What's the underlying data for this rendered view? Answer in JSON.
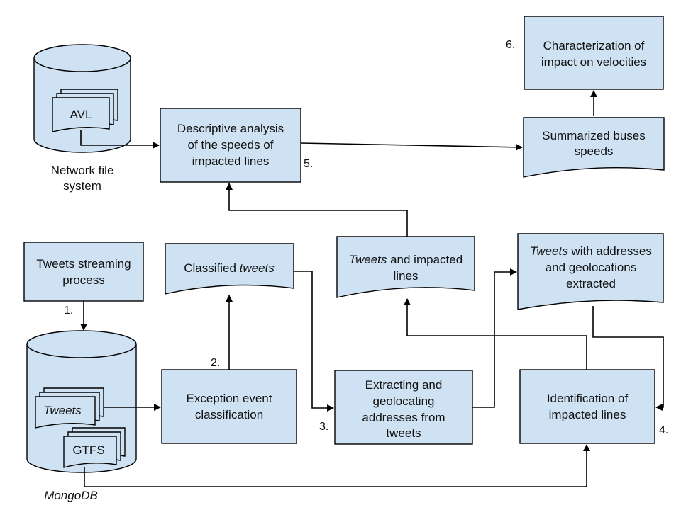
{
  "colors": {
    "node_fill": "#cfe2f3",
    "stroke": "#000000",
    "text": "#111111"
  },
  "stores": {
    "network_fs": {
      "label_1": "Network file",
      "label_2": "system",
      "doc_label": "AVL"
    },
    "mongodb": {
      "label": "MongoDB",
      "doc_tweets": "Tweets",
      "doc_gtfs": "GTFS"
    }
  },
  "nodes": {
    "tweets_streaming": {
      "line_1": "Tweets streaming",
      "line_2": "process"
    },
    "classified_tweets": {
      "line_1_a": "Classified ",
      "line_1_b": "tweets"
    },
    "exception_classification": {
      "line_1": "Exception event",
      "line_2": "classification"
    },
    "extracting_geolocating": {
      "line_1": "Extracting and",
      "line_2": "geolocating",
      "line_3": "addresses from",
      "line_4": "tweets"
    },
    "tweets_impacted_lines": {
      "line_1_a": "Tweets",
      "line_1_b": " and impacted",
      "line_2": "lines"
    },
    "tweets_addresses": {
      "line_1_a": "Tweets",
      "line_1_b": " with addresses",
      "line_2": "and geolocations",
      "line_3": "extracted"
    },
    "identification_impacted": {
      "line_1": "Identification of",
      "line_2": "impacted lines"
    },
    "descriptive_analysis": {
      "line_1": "Descriptive analysis",
      "line_2": "of the speeds of",
      "line_3": "impacted lines"
    },
    "summarized_speeds": {
      "line_1": "Summarized buses",
      "line_2": "speeds"
    },
    "characterization": {
      "line_1": "Characterization of",
      "line_2": "impact on velocities"
    }
  },
  "steps": {
    "s1": "1.",
    "s2": "2.",
    "s3": "3.",
    "s4": "4.",
    "s5": "5.",
    "s6": "6."
  }
}
